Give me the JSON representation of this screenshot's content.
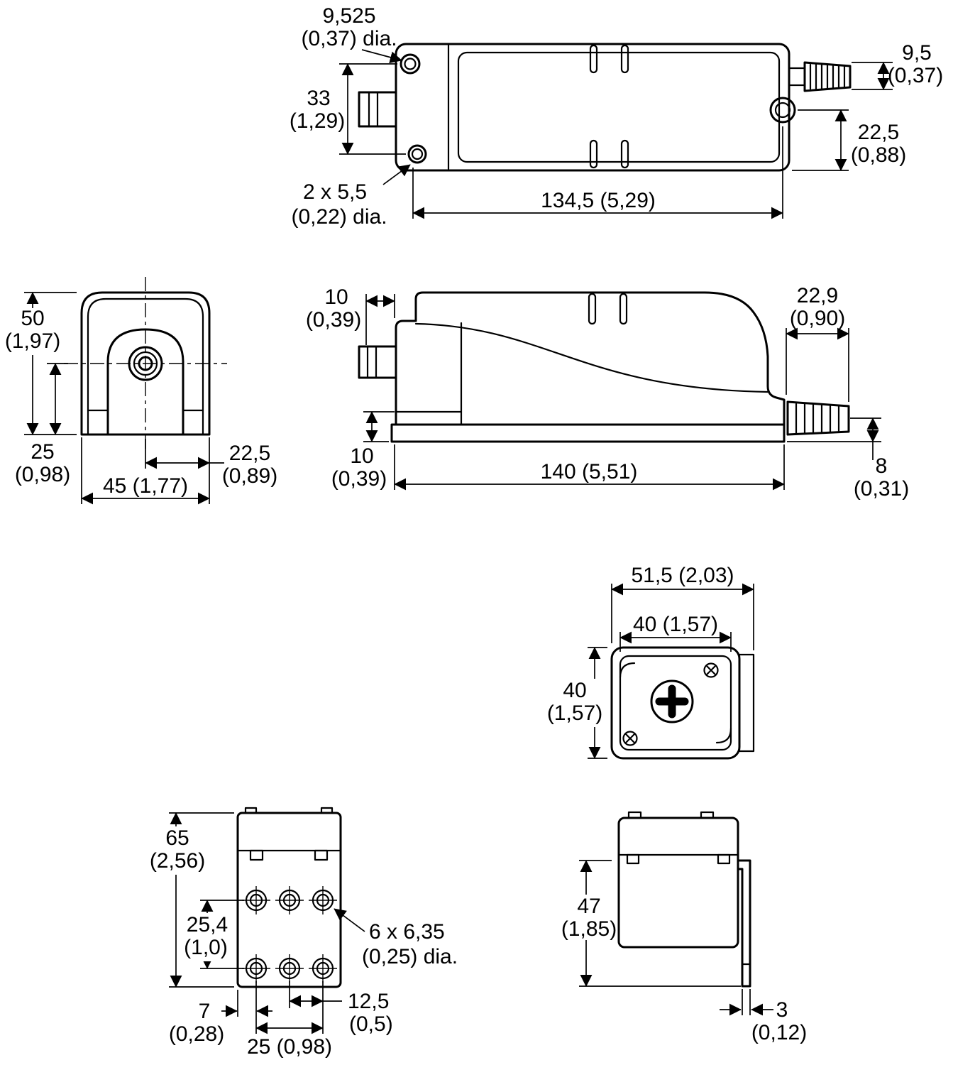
{
  "meta": {
    "drawing_type": "dimensional drawing, limit switch housing, mm (inch)",
    "colors": {
      "ink": "#000000",
      "paper": "#ffffff"
    }
  },
  "top_view": {
    "hole_dia_l1": "9,525",
    "hole_dia_l2": "(0,37) dia.",
    "hole_pitch_l1": "33",
    "hole_pitch_l2": "(1,29)",
    "gland_dia_l1": "9,5",
    "gland_dia_l2": "(0,37)",
    "pivot_offset_l1": "22,5",
    "pivot_offset_l2": "(0,88)",
    "hole_span": "134,5 (5,29)",
    "mount_holes_l1": "2 x 5,5",
    "mount_holes_l2": "(0,22) dia."
  },
  "front_view": {
    "height_l1": "50",
    "height_l2": "(1,97)",
    "center_height_l1": "25",
    "center_height_l2": "(0,98)",
    "half_width_l1": "22,5",
    "half_width_l2": "(0,89)",
    "width": "45 (1,77)"
  },
  "side_view": {
    "front_offset_l1": "10",
    "front_offset_l2": "(0,39)",
    "end_length_l1": "22,9",
    "end_length_l2": "(0,90)",
    "base_height_l1": "10",
    "base_height_l2": "(0,39)",
    "length": "140 (5,51)",
    "gland_offset_l1": "8",
    "gland_offset_l2": "(0,31)"
  },
  "end_view": {
    "overall_width": "51,5 (2,03)",
    "body_width": "40 (1,57)",
    "body_height_l1": "40",
    "body_height_l2": "(1,57)"
  },
  "base_view": {
    "height_l1": "65",
    "height_l2": "(2,56)",
    "row_pitch_l1": "25,4",
    "row_pitch_l2": "(1,0)",
    "holes_l1": "6 x 6,35",
    "holes_l2": "(0,25) dia.",
    "edge_offset_l1": "7",
    "edge_offset_l2": "(0,28)",
    "col_pitch_l1": "12,5",
    "col_pitch_l2": "(0,5)",
    "col_span": "25 (0,98)"
  },
  "bracket_view": {
    "height_l1": "47",
    "height_l2": "(1,85)",
    "thickness_l1": "3",
    "thickness_l2": "(0,12)"
  }
}
